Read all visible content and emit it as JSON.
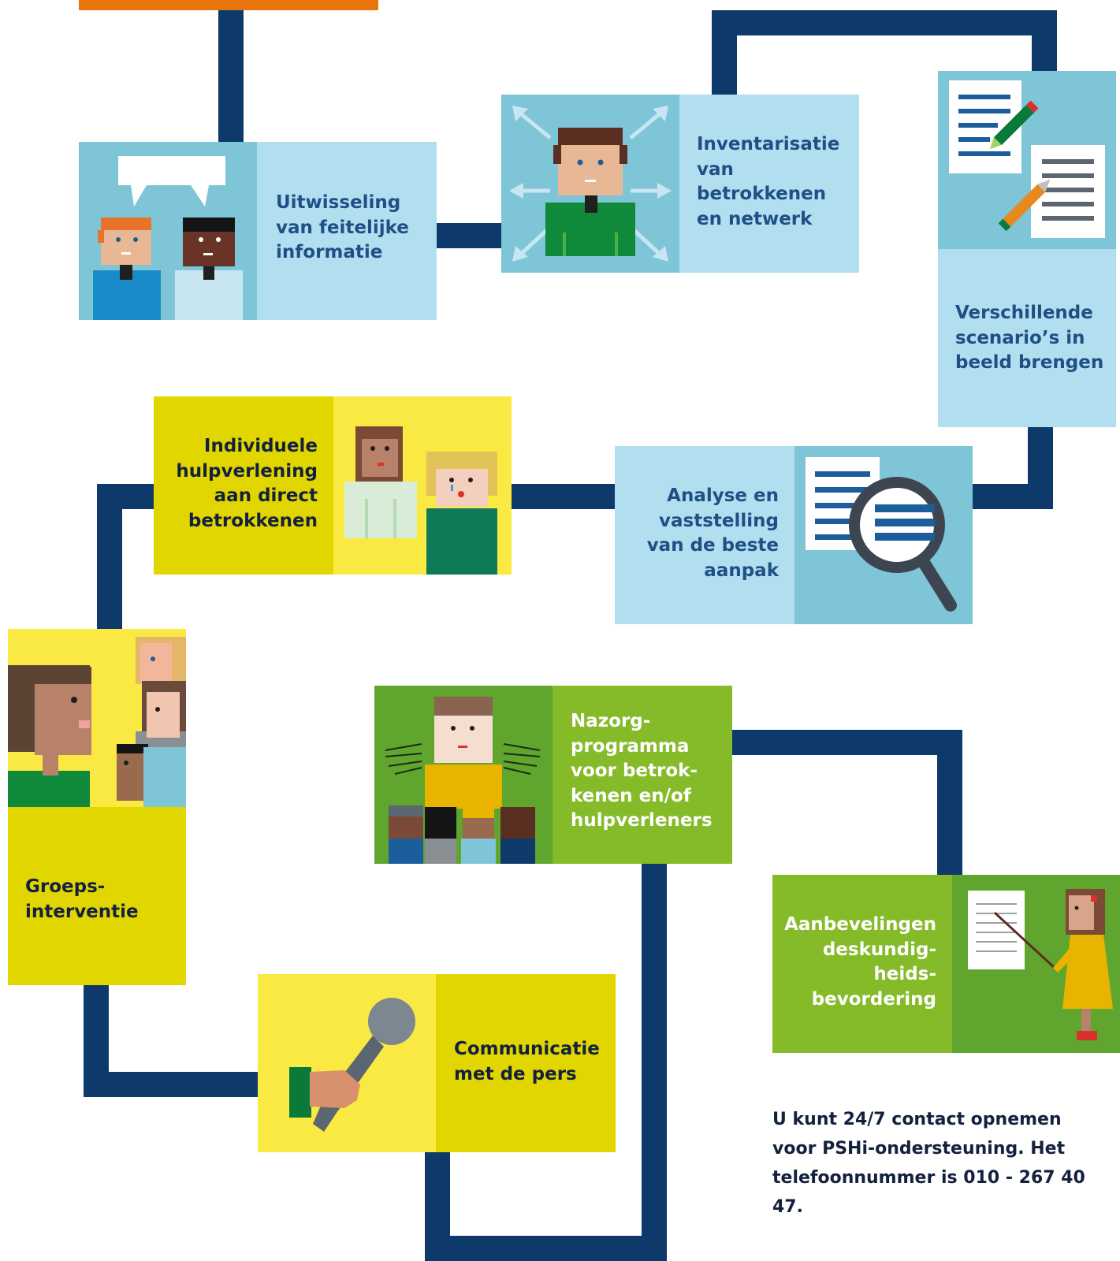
{
  "diagram": {
    "steps": [
      {
        "id": "uitwisseling",
        "label": "Uitwisseling\nvan feitelijke\ninformatie"
      },
      {
        "id": "inventarisatie",
        "label": "Inventarisatie\nvan\nbetrokkenen\nen netwerk"
      },
      {
        "id": "scenarios",
        "label": "Verschillende\nscenario’s in\nbeeld brengen"
      },
      {
        "id": "analyse",
        "label": "Analyse en\nvaststelling\nvan de beste\naanpak"
      },
      {
        "id": "individuele",
        "label": "Individuele\nhulpverlening\naan direct\nbetrokkenen"
      },
      {
        "id": "groeps",
        "label": "Groeps-\ninterventie"
      },
      {
        "id": "nazorg",
        "label": "Nazorg-\nprogramma\nvoor betrok-\nkenen en/of\nhulpverleners"
      },
      {
        "id": "aanbevelingen",
        "label": "Aanbevelingen\ndeskundig-\nheids-\nbevordering"
      },
      {
        "id": "communicatie",
        "label": "Communicatie\nmet de pers"
      }
    ],
    "contact_note": "U kunt 24/7 contact opnemen\nvoor PSHi-ondersteuning. Het\ntelefoonnummer is 010 - 267 40 47."
  },
  "colors": {
    "connector": "#0d3a6b",
    "orange_accent": "#e8740c",
    "blue_dark": "#7ec5d8",
    "blue_light": "#b1dff0",
    "yellow_dark": "#e2d600",
    "yellow_light": "#fbe943",
    "green_dark": "#5fa52e",
    "green_light": "#85bb29"
  }
}
